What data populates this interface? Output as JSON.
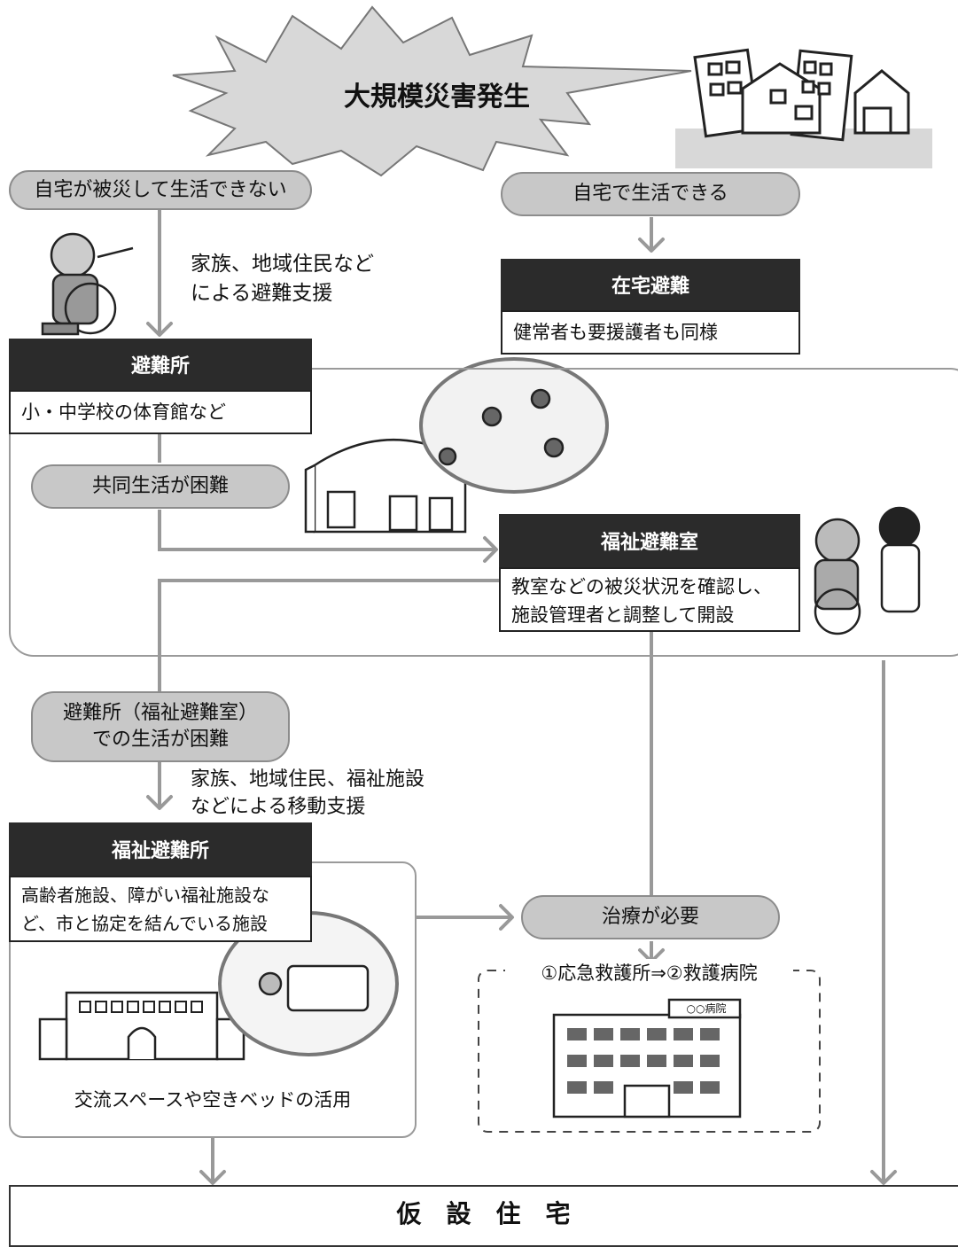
{
  "title": "大規模災害発生",
  "cannot_live_home": "自宅が被災して生活できない",
  "can_live_home": "自宅で生活できる",
  "evac_support": "家族、地域住民など\nによる避難支援",
  "home_evac": {
    "title": "在宅避難",
    "desc": "健常者も要援護者も同様"
  },
  "shelter": {
    "title": "避難所",
    "desc": "小・中学校の体育館など"
  },
  "communal_difficult": "共同生活が困難",
  "welfare_room": {
    "title": "福祉避難室",
    "desc": "教室などの被災状況を確認し、\n施設管理者と調整して開設"
  },
  "shelter_life_difficult": "避難所（福祉避難室）\nでの生活が困難",
  "move_support": "家族、地域住民、福祉施設\nなどによる移動支援",
  "welfare_shelter": {
    "title": "福祉避難所",
    "desc": "高齢者施設、障がい福祉施設な\nど、市と協定を結んでいる施設",
    "note": "交流スペースや空きベッドの活用"
  },
  "treatment_needed": "治療が必要",
  "medical_route": "①応急救護所⇒②救護病院",
  "hospital_sign": "○○病院",
  "temp_housing": "仮　設　住　宅"
}
